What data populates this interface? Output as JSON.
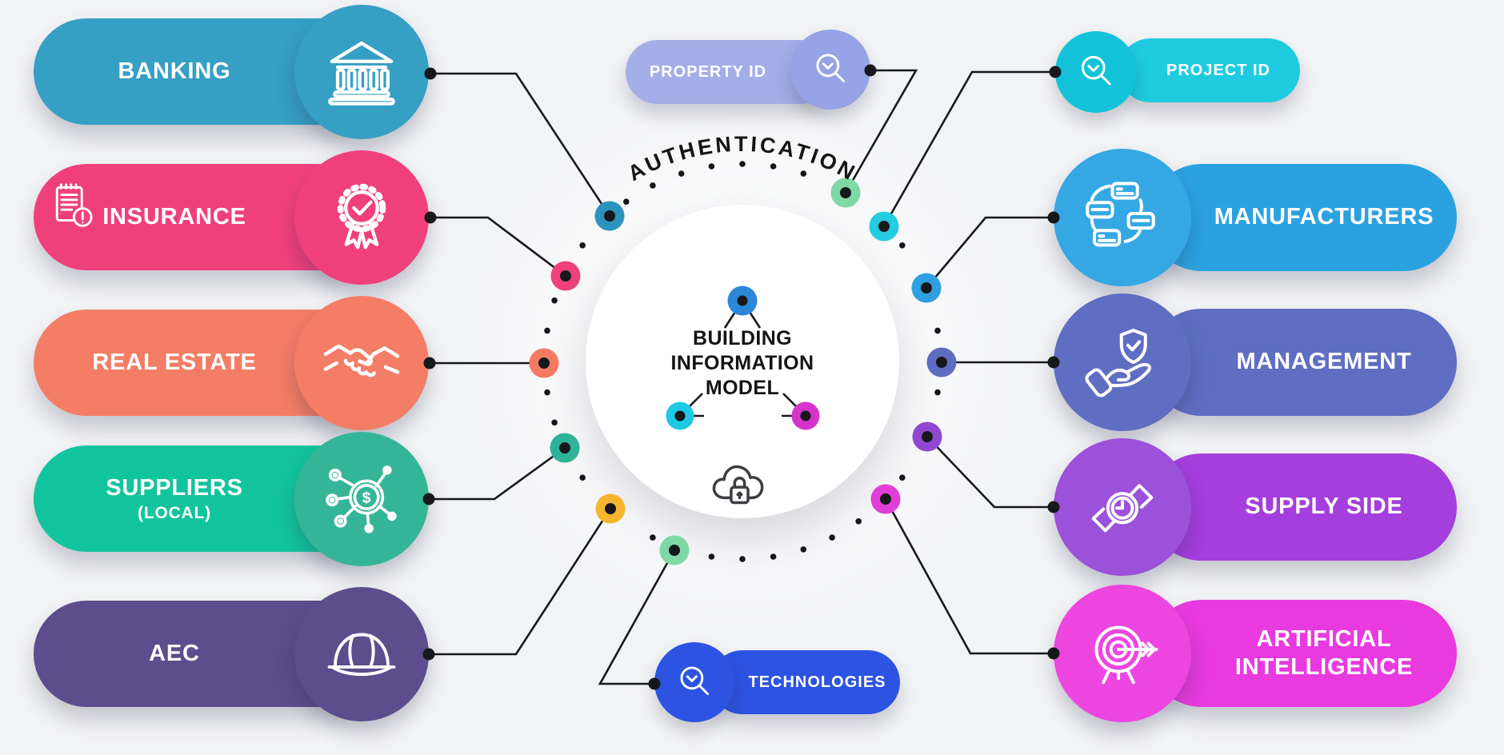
{
  "canvas": {
    "background": "#f2f3f5"
  },
  "center": {
    "title_lines": [
      "BUILDING",
      "INFORMATION",
      "MODEL"
    ],
    "arc_label": "AUTHENTICATION",
    "cloud_lock_icon": "cloud-lock-icon",
    "molecule_colors": {
      "top": "#2c87d8",
      "left": "#1fc9e4",
      "right": "#d633cc"
    },
    "line_color": "#17181c"
  },
  "items": [
    {
      "id": "banking",
      "label": "BANKING",
      "color": "#359fc4",
      "circle_color": "#359fc4",
      "icon": "bank-icon",
      "node_color": "#2b93be"
    },
    {
      "id": "insurance",
      "label": "INSURANCE",
      "color": "#f0407c",
      "circle_color": "#f0407c",
      "icon": "badge-check-icon",
      "secondary_icon": "document-alert-icon",
      "node_color": "#f0407c"
    },
    {
      "id": "real-estate",
      "label": "REAL ESTATE",
      "color": "#f47d66",
      "circle_color": "#f47d66",
      "icon": "handshake-icon",
      "node_color": "#f57a62"
    },
    {
      "id": "suppliers",
      "label": "SUPPLIERS",
      "sublabel": "(LOCAL)",
      "color": "#12c49e",
      "circle_color": "#35b597",
      "icon": "dollar-network-icon",
      "node_color": "#2eb398"
    },
    {
      "id": "aec",
      "label": "AEC",
      "color": "#5c4d8c",
      "circle_color": "#5c4d8c",
      "icon": "hard-hat-icon",
      "node_color": "#f6b52e"
    },
    {
      "id": "property-id",
      "label": "PROPERTY ID",
      "color": "#a3aee9",
      "circle_color": "#96a3e6",
      "icon": "search-clock-icon",
      "node_color": "#7ed9a4"
    },
    {
      "id": "project-id",
      "label": "PROJECT ID",
      "color": "#1fcbe0",
      "circle_color": "#12c2d8",
      "icon": "search-clock-icon",
      "node_color": "#25cbde"
    },
    {
      "id": "manufacturers",
      "label": "MANUFACTURERS",
      "color": "#2ba2e0",
      "circle_color": "#35a8e4",
      "icon": "workflow-icon",
      "node_color": "#2e9fe0"
    },
    {
      "id": "management",
      "label": "MANAGEMENT",
      "color": "#5f6ec2",
      "circle_color": "#5f6ec2",
      "icon": "shield-hand-icon",
      "node_color": "#5e6cc2"
    },
    {
      "id": "supply-side",
      "label": "SUPPLY SIDE",
      "color": "#a43edc",
      "circle_color": "#9b51d9",
      "icon": "watch-icon",
      "node_color": "#9048d0"
    },
    {
      "id": "artificial-intelligence",
      "label": "ARTIFICIAL INTELLIGENCE",
      "label_lines": [
        "ARTIFICIAL",
        "INTELLIGENCE"
      ],
      "color": "#e83adf",
      "circle_color": "#ed46e0",
      "icon": "target-arrow-icon",
      "node_color": "#e23fd9"
    },
    {
      "id": "technologies",
      "label": "TECHNOLOGIES",
      "color": "#2d53e2",
      "circle_color": "#2d53e2",
      "icon": "search-clock-icon",
      "node_color": "#7ed9a4"
    }
  ]
}
